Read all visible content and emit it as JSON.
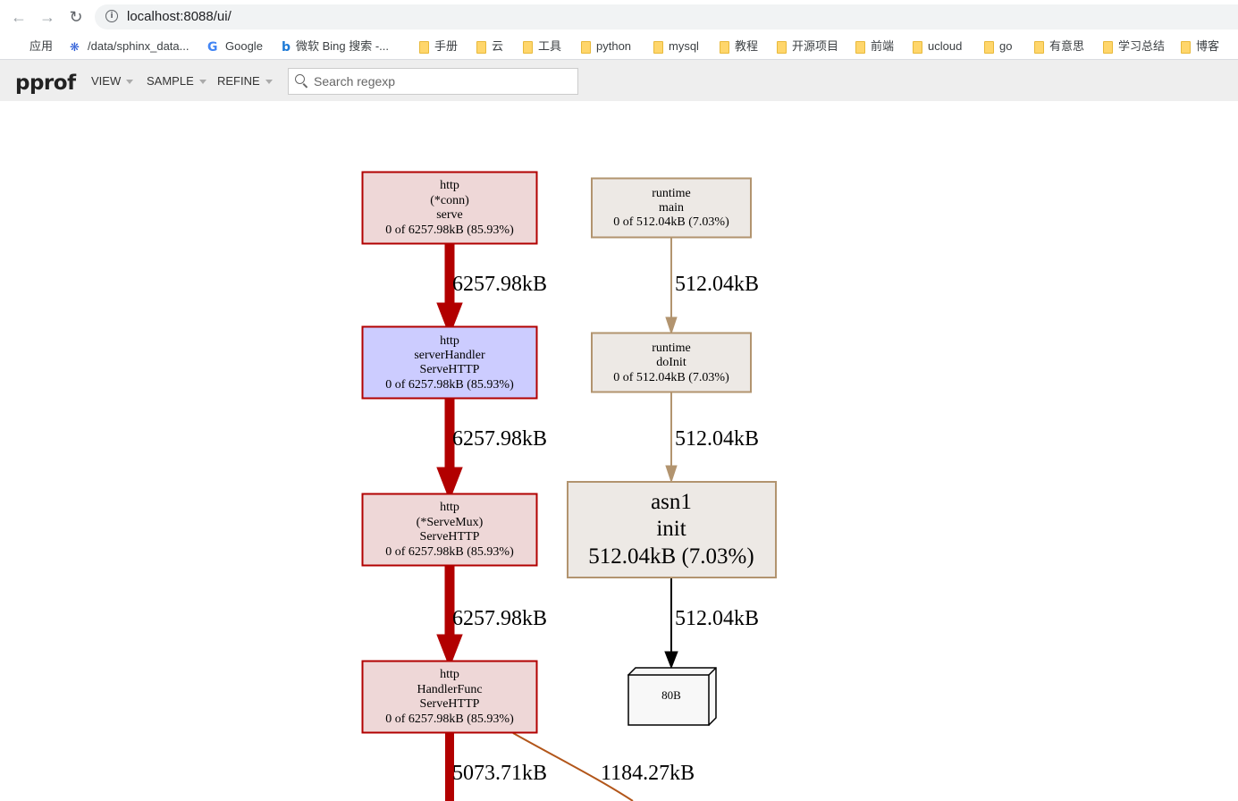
{
  "browser": {
    "url": "localhost:8088/ui/",
    "bookmarks": [
      {
        "label": "应用",
        "icon": "apps-grid-icon"
      },
      {
        "label": "/data/sphinx_data...",
        "icon": "baidu-paw-icon"
      },
      {
        "label": "Google",
        "icon": "google-icon"
      },
      {
        "label": "微软 Bing 搜索 -...",
        "icon": "bing-icon"
      },
      {
        "label": "手册",
        "icon": "folder-icon"
      },
      {
        "label": "云",
        "icon": "folder-icon"
      },
      {
        "label": "工具",
        "icon": "folder-icon"
      },
      {
        "label": "python",
        "icon": "folder-icon"
      },
      {
        "label": "mysql",
        "icon": "folder-icon"
      },
      {
        "label": "教程",
        "icon": "folder-icon"
      },
      {
        "label": "开源项目",
        "icon": "folder-icon"
      },
      {
        "label": "前端",
        "icon": "folder-icon"
      },
      {
        "label": "ucloud",
        "icon": "folder-icon"
      },
      {
        "label": "go",
        "icon": "folder-icon"
      },
      {
        "label": "有意思",
        "icon": "folder-icon"
      },
      {
        "label": "学习总结",
        "icon": "folder-icon"
      },
      {
        "label": "博客",
        "icon": "folder-icon"
      }
    ]
  },
  "pprof": {
    "title": "pprof",
    "menus": [
      "VIEW",
      "SAMPLE",
      "REFINE"
    ],
    "search_placeholder": "Search regexp"
  },
  "graph": {
    "nodes": [
      {
        "id": "http_conn_serve",
        "lines": [
          "http",
          "(*conn)",
          "serve",
          "0 of 6257.98kB (85.93%)"
        ],
        "fill": "#eed7d7",
        "stroke": "#b20000"
      },
      {
        "id": "http_serverHandler",
        "lines": [
          "http",
          "serverHandler",
          "ServeHTTP",
          "0 of 6257.98kB (85.93%)"
        ],
        "fill": "#ccccff",
        "stroke": "#b20000"
      },
      {
        "id": "http_ServeMux",
        "lines": [
          "http",
          "(*ServeMux)",
          "ServeHTTP",
          "0 of 6257.98kB (85.93%)"
        ],
        "fill": "#eed7d7",
        "stroke": "#b20000"
      },
      {
        "id": "http_HandlerFunc",
        "lines": [
          "http",
          "HandlerFunc",
          "ServeHTTP",
          "0 of 6257.98kB (85.93%)"
        ],
        "fill": "#eed7d7",
        "stroke": "#b20000"
      },
      {
        "id": "runtime_main",
        "lines": [
          "runtime",
          "main",
          "0 of 512.04kB (7.03%)"
        ],
        "fill": "#ede9e5",
        "stroke": "#b2946f"
      },
      {
        "id": "runtime_doInit",
        "lines": [
          "runtime",
          "doInit",
          "0 of 512.04kB (7.03%)"
        ],
        "fill": "#ede9e5",
        "stroke": "#b2946f"
      },
      {
        "id": "asn1_init",
        "lines": [
          "asn1",
          "init",
          "512.04kB (7.03%)"
        ],
        "fill": "#ede9e5",
        "stroke": "#b2946f"
      },
      {
        "id": "size_80B",
        "lines": [
          "80B"
        ],
        "fill": "#f8f8f8",
        "stroke": "#000000"
      }
    ],
    "edges": [
      {
        "from": "http_conn_serve",
        "to": "http_serverHandler",
        "label": "6257.98kB",
        "color": "#b20000"
      },
      {
        "from": "http_serverHandler",
        "to": "http_ServeMux",
        "label": "6257.98kB",
        "color": "#b20000"
      },
      {
        "from": "http_ServeMux",
        "to": "http_HandlerFunc",
        "label": "6257.98kB",
        "color": "#b20000"
      },
      {
        "from": "http_HandlerFunc",
        "to": "",
        "label": "5073.71kB",
        "color": "#b20000"
      },
      {
        "from": "http_HandlerFunc",
        "to": "",
        "label": "1184.27kB",
        "color": "#b2561a"
      },
      {
        "from": "runtime_main",
        "to": "runtime_doInit",
        "label": "512.04kB",
        "color": "#b2946f"
      },
      {
        "from": "runtime_doInit",
        "to": "asn1_init",
        "label": "512.04kB",
        "color": "#b2946f"
      },
      {
        "from": "asn1_init",
        "to": "size_80B",
        "label": "512.04kB",
        "color": "#000000"
      }
    ]
  }
}
